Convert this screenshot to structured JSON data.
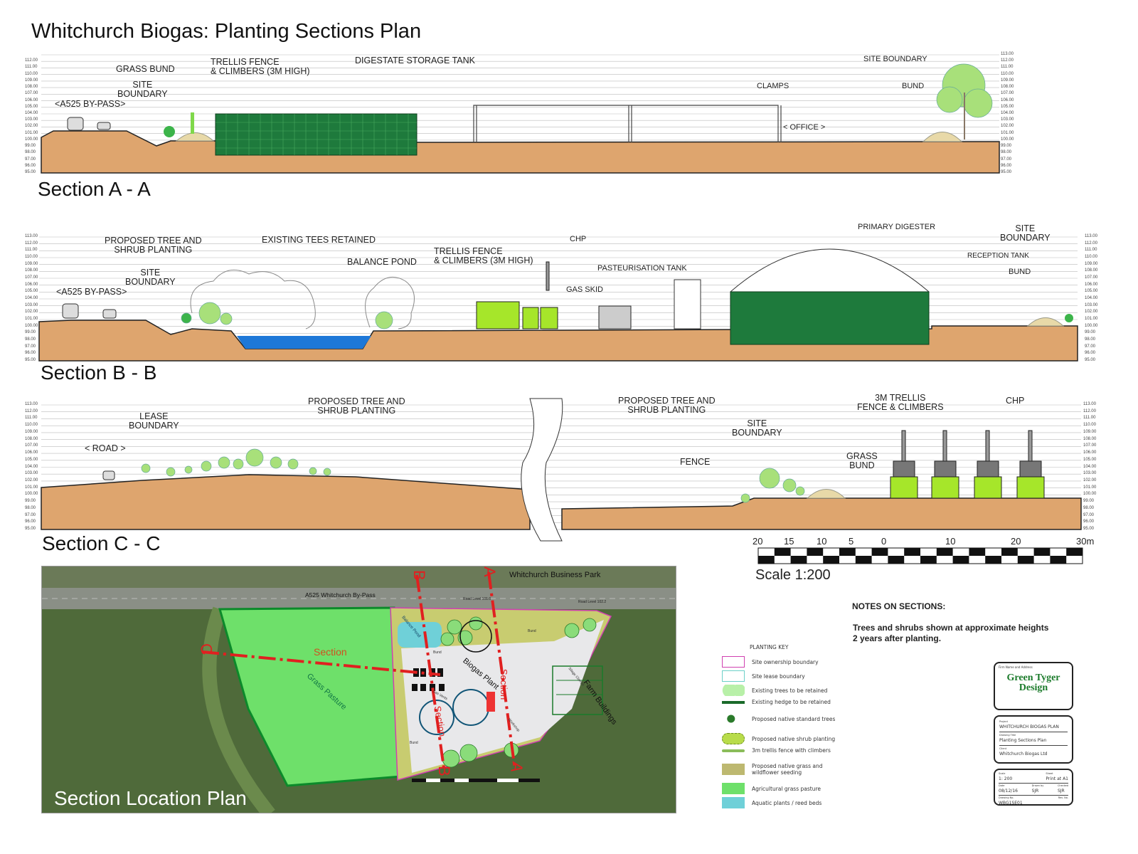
{
  "title": "Whitchurch Biogas: Planting Sections Plan",
  "colors": {
    "ground": "#dea56e",
    "tank": "#1e7a3c",
    "chp": "#a6e62a",
    "pond": "#1e78d8",
    "grass": "#6ee06a",
    "section_line": "#e02020"
  },
  "section_a": {
    "title": "Section A - A",
    "left_levels": [
      112,
      111,
      110,
      109,
      108,
      107,
      106,
      105,
      104,
      103,
      102,
      101,
      100,
      99,
      98,
      97,
      96,
      95
    ],
    "right_levels": [
      113,
      112,
      111,
      110,
      109,
      108,
      107,
      106,
      105,
      104,
      103,
      102,
      101,
      100,
      99,
      98,
      97,
      96,
      95
    ],
    "labels": [
      "GRASS BUND",
      "SITE\nBOUNDARY",
      "<A525 BY-PASS>",
      "TRELLIS FENCE\n& CLIMBERS (3M HIGH)",
      "DIGESTATE STORAGE TANK",
      "CLAMPS",
      "< OFFICE >",
      "SITE BOUNDARY",
      "BUND"
    ]
  },
  "section_b": {
    "title": "Section B - B",
    "left_levels": [
      113,
      112,
      111,
      110,
      109,
      108,
      107,
      106,
      105,
      104,
      103,
      102,
      101,
      100,
      99,
      98,
      97,
      96,
      95
    ],
    "right_levels": [
      113,
      112,
      111,
      110,
      109,
      108,
      107,
      106,
      105,
      104,
      103,
      102,
      101,
      100,
      99,
      98,
      97,
      96,
      95
    ],
    "labels": [
      "PROPOSED TREE AND\nSHRUB PLANTING",
      "EXISTING TEES RETAINED",
      "SITE\nBOUNDARY",
      "<A525 BY-PASS>",
      "BALANCE POND",
      "TRELLIS FENCE\n& CLIMBERS (3M HIGH)",
      "CHP",
      "PASTEURISATION TANK",
      "GAS SKID",
      "PRIMARY DIGESTER",
      "SITE\nBOUNDARY",
      "RECEPTION TANK",
      "BUND"
    ]
  },
  "section_c": {
    "title": "Section C - C",
    "left_levels": [
      113,
      112,
      111,
      110,
      109,
      108,
      107,
      106,
      105,
      104,
      103,
      102,
      101,
      100,
      99,
      98,
      97,
      96,
      95
    ],
    "right_levels": [
      113,
      112,
      111,
      110,
      109,
      108,
      107,
      106,
      105,
      104,
      103,
      102,
      101,
      100,
      99,
      98,
      97,
      96,
      95
    ],
    "labels": [
      "LEASE\nBOUNDARY",
      "< ROAD >",
      "PROPOSED TREE AND\nSHRUB PLANTING",
      "PROPOSED TREE AND\nSHRUB PLANTING",
      "SITE\nBOUNDARY",
      "3M TRELLIS\nFENCE & CLIMBERS",
      "CHP",
      "FENCE",
      "GRASS\nBUND"
    ]
  },
  "scale": {
    "ticks": [
      "20",
      "15",
      "10",
      "5",
      "0",
      "10",
      "20",
      "30m"
    ],
    "label": "Scale 1:200"
  },
  "notes": {
    "heading": "NOTES ON SECTIONS:",
    "text": "Trees and shrubs shown at approximate heights\n2 years after planting."
  },
  "map": {
    "title": "Section Location Plan",
    "labels": [
      "Whitchurch Business Park",
      "A525 Whitchurch By-Pass",
      "Road Level 101.0",
      "Road Level 102.2",
      "Section",
      "Grass Pasture",
      "Balance Pond",
      "Biogas Plant",
      "Section",
      "Section",
      "Silage Clamps",
      "Farm Buildings",
      "Workshop",
      "Gas Vents",
      "Bund",
      "Bund",
      "Bund"
    ],
    "markers": [
      "A",
      "A",
      "B",
      "B",
      "C"
    ]
  },
  "planting_key": {
    "heading": "PLANTING KEY",
    "items": [
      "Site ownership boundary",
      "Site lease boundary",
      "Existing trees to be retained",
      "Existing hedge to be retained",
      "Proposed native standard trees",
      "Proposed native shrub planting",
      "3m trellis fence with climbers",
      "Proposed native grass and\nwildflower seeding",
      "Agricultural grass pasture",
      "Aquatic plants / reed beds"
    ]
  },
  "title_block": {
    "firm_label": "Firm Name and Address",
    "logo": "Green Tyger Design",
    "project_label": "Project",
    "project": "WHITCHURCH BIOGAS PLAN",
    "drawing_title_label": "Drawing Title",
    "drawing_title": "Planting Sections Plan",
    "client_label": "Client",
    "client": "Whitchurch Biogas Ltd",
    "scale_label": "Scale",
    "scale": "1: 200",
    "sheet_label": "Sheet",
    "sheet": "Print at A1",
    "date_label": "Date",
    "date": "08/12/16",
    "drawn_label": "Drawn by",
    "drawn": "SJR",
    "checked_label": "Checked",
    "checked": "SJR",
    "drawing_no_label": "Drawing No.",
    "drawing_no": "WBG1SE01",
    "rev_label": "Rev. No."
  }
}
